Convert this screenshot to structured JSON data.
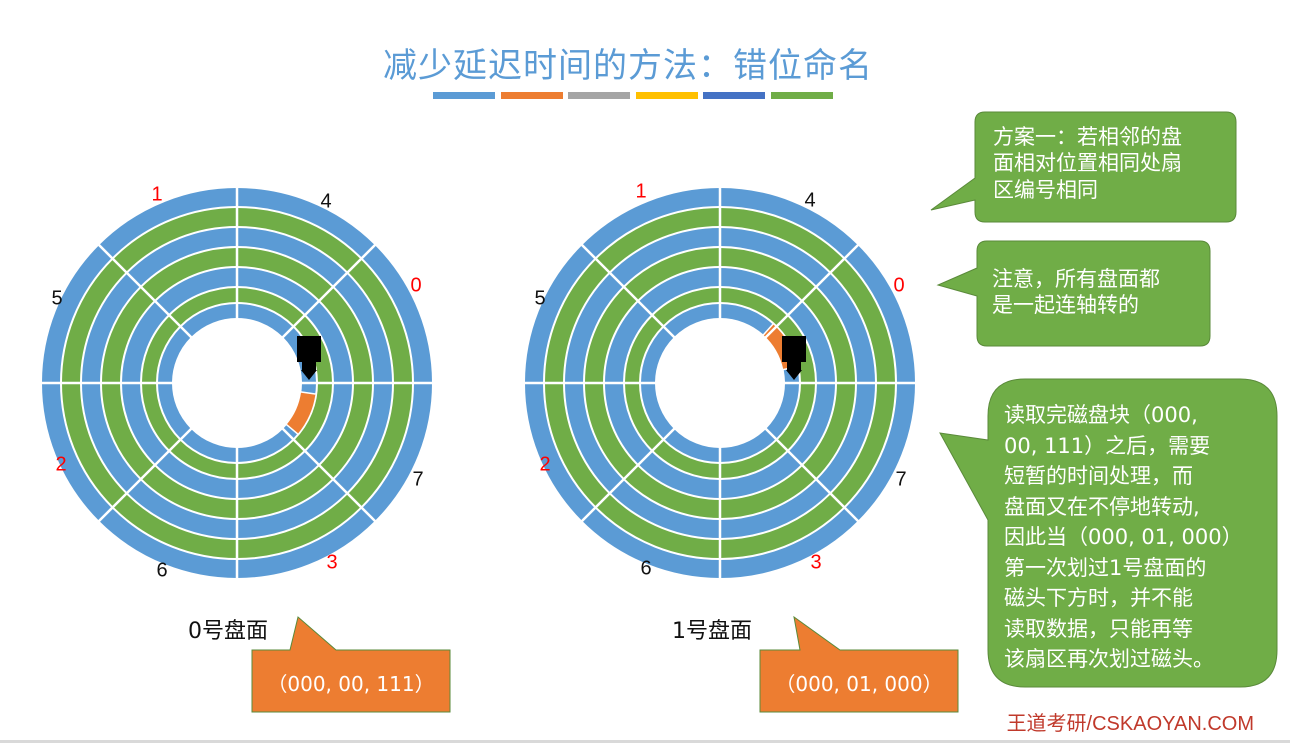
{
  "title": "减少延迟时间的方法：错位命名",
  "title_bar_colors": [
    "#5b9bd5",
    "#ed7d31",
    "#a5a5a5",
    "#ffc000",
    "#4472c4",
    "#70ad47"
  ],
  "colors": {
    "track_blue": "#5b9bd5",
    "track_green": "#70ad47",
    "sector_highlight": "#ed7d31",
    "label_red": "#ff0000",
    "label_black": "#111111",
    "callout_green": "#70ad47",
    "callout_orange": "#ed7d31"
  },
  "platters": [
    {
      "label": "0号盘面",
      "address": "（000, 00, 111）",
      "sector_labels": [
        "1",
        "4",
        "0",
        "7",
        "3",
        "6",
        "2",
        "5"
      ],
      "highlight_sector": "7"
    },
    {
      "label": "1号盘面",
      "address": "（000, 01, 000）",
      "sector_labels": [
        "1",
        "4",
        "0",
        "7",
        "3",
        "6",
        "2",
        "5"
      ],
      "highlight_sector": "0"
    }
  ],
  "callouts": [
    {
      "lines": [
        "方案一：若相邻的盘",
        "面相对位置相同处扇",
        "区编号相同"
      ]
    },
    {
      "lines": [
        "注意，所有盘面都",
        "是一起连轴转的"
      ]
    },
    {
      "lines": [
        "读取完磁盘块（000,",
        "00, 111）之后，需要",
        "短暂的时间处理，而",
        "盘面又在不停地转动,",
        "因此当（000, 01, 000）",
        "第一次划过1号盘面的",
        "磁头下方时，并不能",
        "读取数据，只能再等",
        "该扇区再次划过磁头。"
      ]
    }
  ],
  "footer": "王道考研/CSKAOYAN.COM",
  "icons": {
    "read_head": "read-write-head-icon"
  }
}
